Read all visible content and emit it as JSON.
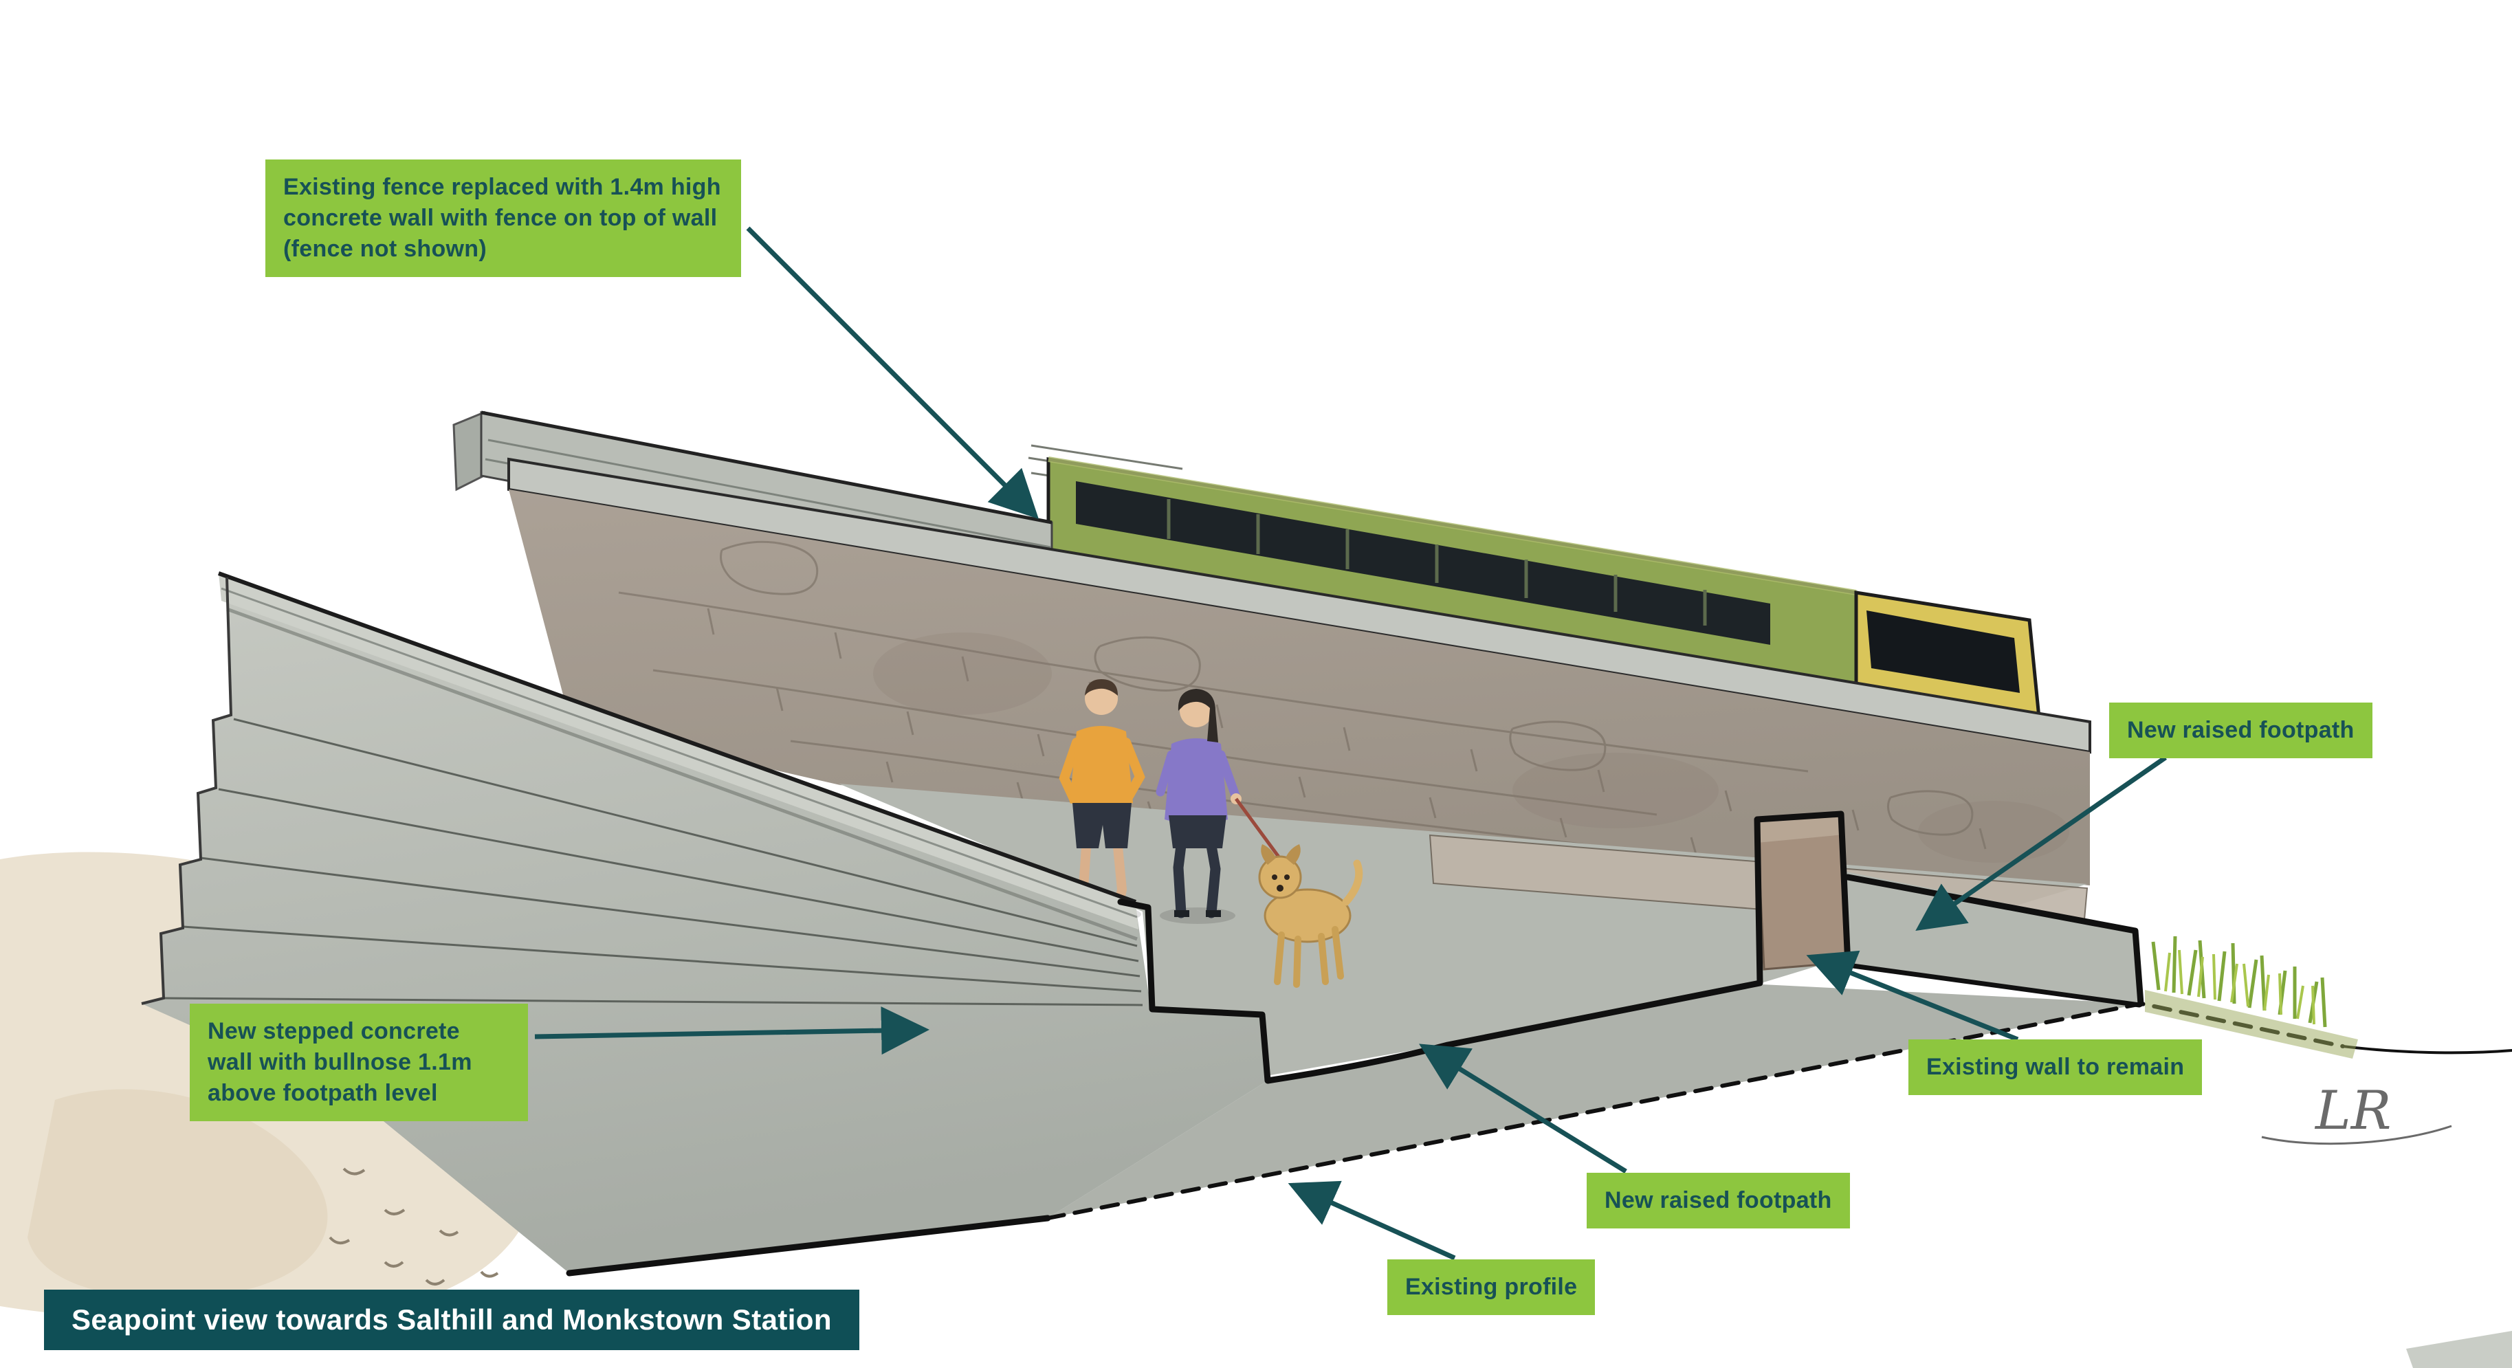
{
  "title_banner": {
    "text": "Seapoint view towards Salthill and Monkstown Station"
  },
  "labels": {
    "fence": {
      "text": "Existing fence replaced with 1.4m high concrete wall with fence on top of wall (fence not shown)"
    },
    "raised_footpath_right": {
      "text": "New raised footpath"
    },
    "stepped_wall": {
      "text": "New stepped concrete wall with bullnose 1.1m above footpath level"
    },
    "existing_wall": {
      "text": "Existing wall to remain"
    },
    "raised_footpath_bottom": {
      "text": "New raised footpath"
    },
    "existing_profile": {
      "text": "Existing profile"
    }
  },
  "signature": {
    "text": "LR"
  },
  "colors": {
    "label_bg": "#8dc63f",
    "label_text": "#175156",
    "banner_bg": "#0f4f56",
    "banner_text": "#ffffff",
    "arrow": "#175156",
    "train_body": "#8fa653",
    "train_front": "#d9c55a",
    "wall_concrete": "#b9bdb6",
    "wall_stone": "#a79d92",
    "path_gray": "#b4b8b1",
    "grass_green": "#7fa73b",
    "dog_coat": "#d9b169",
    "runner1_shirt": "#e8a33d",
    "runner2_shirt": "#8678c8",
    "skin": "#e7c39f",
    "ground_beige": "#e9dfcc"
  }
}
